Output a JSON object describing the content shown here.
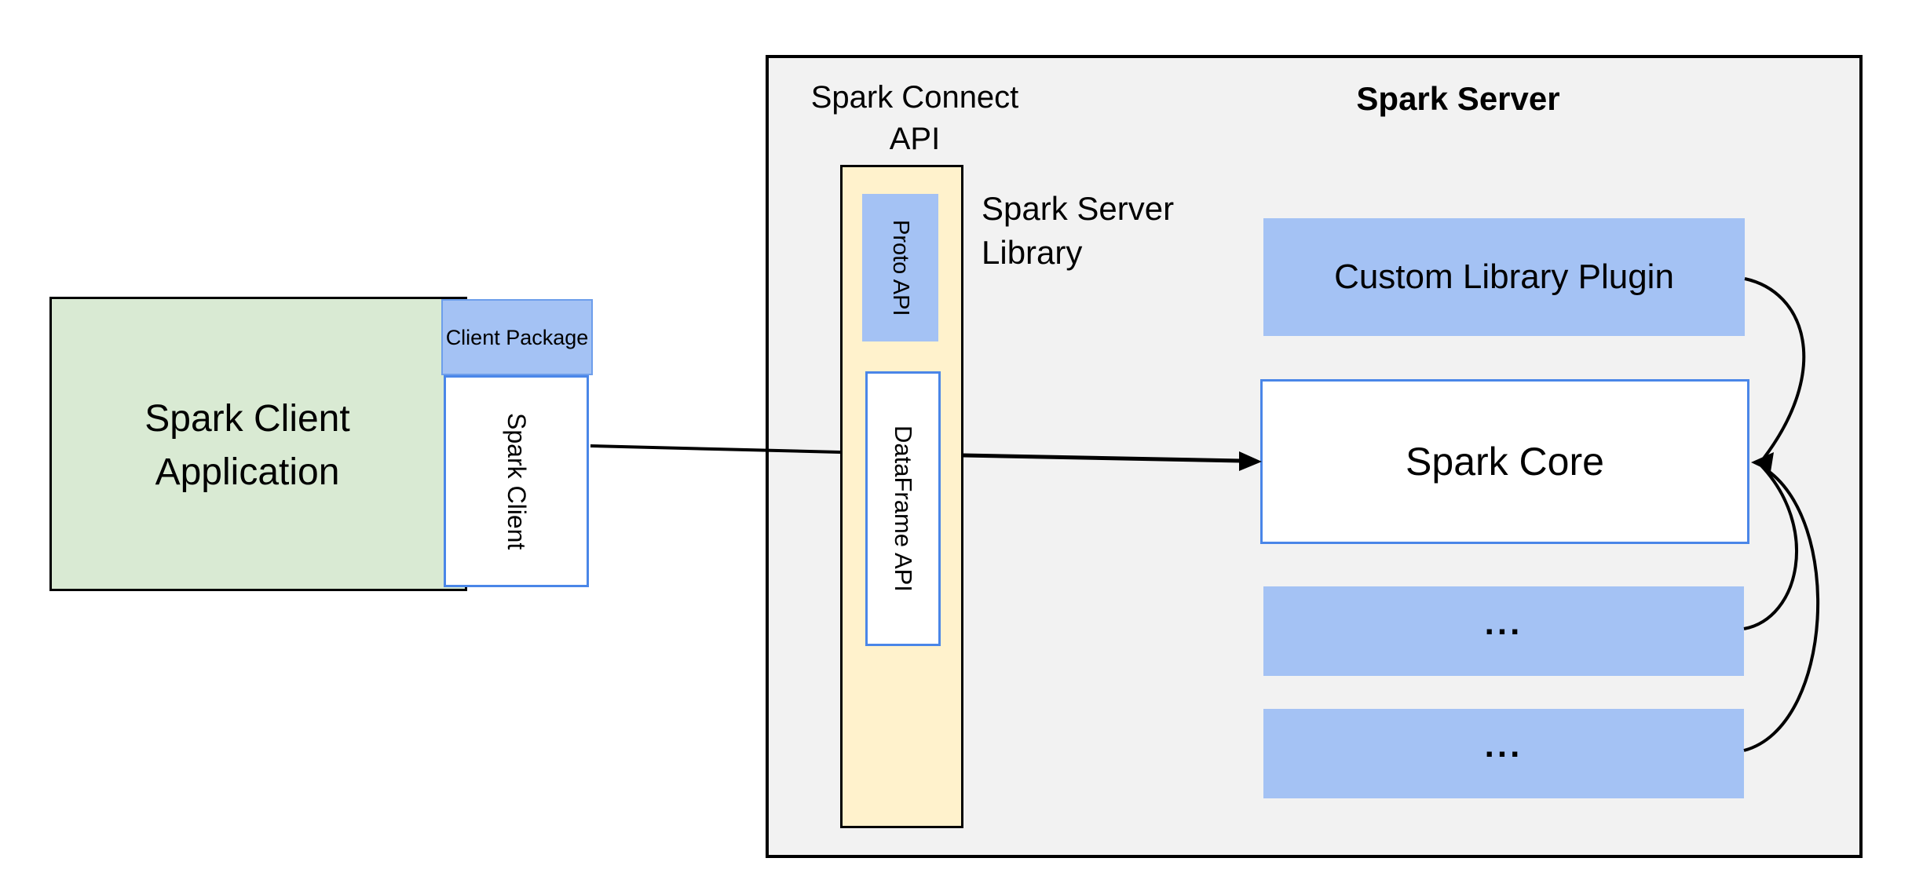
{
  "diagram": {
    "client": {
      "application_label": "Spark Client Application",
      "package_label": "Client Package",
      "spark_client_label": "Spark Client"
    },
    "connect": {
      "api_label": "Spark Connect API",
      "server_library_label": "Spark Server Library",
      "proto_api_label": "Proto API",
      "dataframe_api_label": "DataFrame API"
    },
    "server": {
      "title": "Spark Server",
      "plugin_label": "Custom Library Plugin",
      "core_label": "Spark Core",
      "module_placeholder_1": "...",
      "module_placeholder_2": "..."
    },
    "colors": {
      "green_fill": "#d9ead3",
      "blue_fill": "#a4c2f4",
      "yellow_fill": "#fff2cc",
      "container_fill": "#f2f2f2",
      "blue_border": "#4a86e8",
      "package_border": "#6d9eeb",
      "line": "#000000"
    }
  }
}
